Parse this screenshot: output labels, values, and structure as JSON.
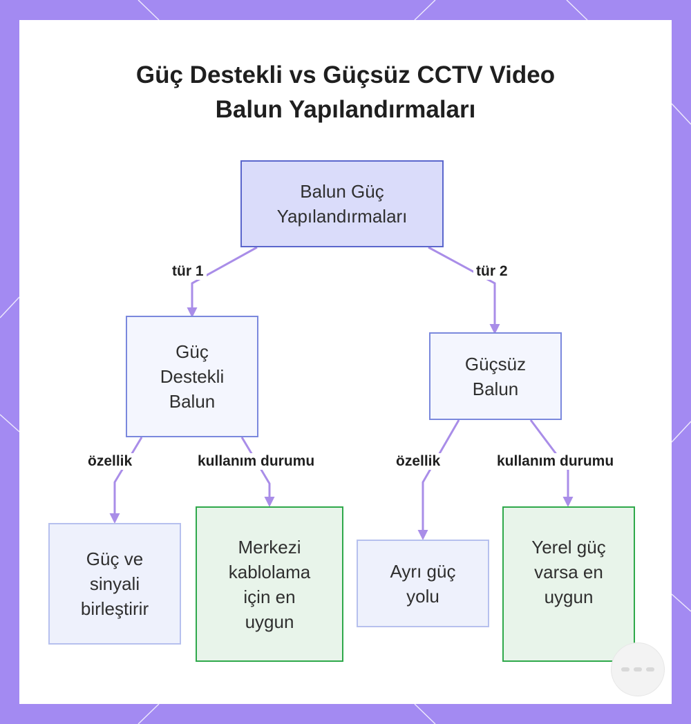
{
  "title": {
    "line1": "Güç Destekli vs Güçsüz CCTV Video",
    "line2": "Balun Yapılandırmaları"
  },
  "nodes": {
    "root": {
      "lines": [
        "Balun Güç",
        "Yapılandırmaları"
      ]
    },
    "powered": {
      "lines": [
        "Güç",
        "Destekli",
        "Balun"
      ]
    },
    "passive": {
      "lines": [
        "Güçsüz",
        "Balun"
      ]
    },
    "powered_feature": {
      "lines": [
        "Güç ve",
        "sinyali",
        "birleştirir"
      ]
    },
    "powered_use": {
      "lines": [
        "Merkezi",
        "kablolama",
        "için en",
        "uygun"
      ]
    },
    "passive_feature": {
      "lines": [
        "Ayrı güç",
        "yolu"
      ]
    },
    "passive_use": {
      "lines": [
        "Yerel güç",
        "varsa en",
        "uygun"
      ]
    }
  },
  "edges": {
    "type1": "tür 1",
    "type2": "tür 2",
    "feature_left": "özellik",
    "use_left": "kullanım durumu",
    "feature_right": "özellik",
    "use_right": "kullanım durumu"
  },
  "colors": {
    "frame": "#a38af2",
    "connector": "#a98de8",
    "root_fill": "#dadcfa",
    "use_case_border": "#2ea84a"
  }
}
